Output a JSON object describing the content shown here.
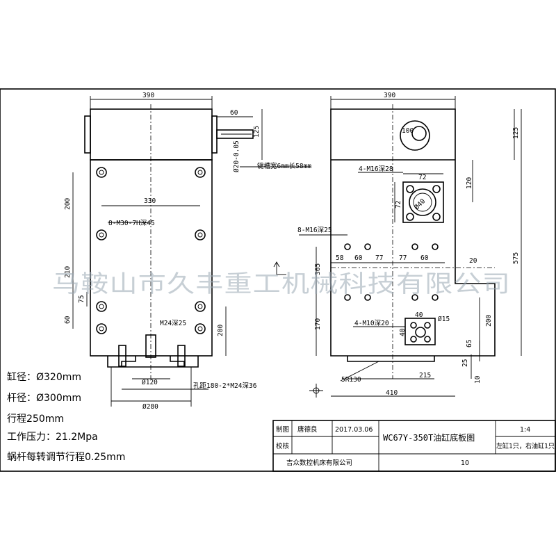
{
  "colors": {
    "line": "#000000",
    "watermark": "#9aa8b4",
    "background": "#ffffff"
  },
  "watermark": "马鞍山市久丰重工机械科技有限公司",
  "left_view": {
    "dim_width_top": "390",
    "dim_inner_330": "330",
    "dim_60_top": "60",
    "dim_125_right": "125",
    "dim_shaft": "Ø20-0.05",
    "keyway_note": "键槽宽6mm长58mm",
    "hole_note": "8-M30-7H深45",
    "dim_200_left": "200",
    "dim_210_left": "210",
    "dim_75_left": "75",
    "dim_60_left": "60",
    "dim_200_right": "200",
    "port_note": "M24深25",
    "dim_120_bottom": "Ø120",
    "dim_280_bottom": "Ø280",
    "pitch_note": "孔距180-2*M24深36"
  },
  "right_view": {
    "dim_width_top": "390",
    "dim_100": "100",
    "dim_125_right": "125",
    "hole_note_16": "4-M16深28",
    "dim_72_top": "72",
    "dim_72_left": "72",
    "dim_120_right": "120",
    "dim_dia_40": "Ø40",
    "hole_note_8": "8-M16深25",
    "spacing": [
      "58",
      "60",
      "77",
      "77",
      "60"
    ],
    "dim_20_mid": "20",
    "dim_575": "575",
    "dim_365": "365",
    "dim_170": "170",
    "hole_note_10": "4-M10深20",
    "dim_40_a": "40",
    "dim_40_b": "40",
    "dim_dia_15": "Ø15",
    "dim_200": "200",
    "dim_65": "65",
    "dim_25": "25",
    "dim_215": "215",
    "dim_10": "10",
    "dim_r130": "5R130",
    "dim_410": "410"
  },
  "specs": {
    "cylinder_bore": "缸径：Ø320mm",
    "rod_dia": "杆径：Ø300mm",
    "stroke": "行程250mm",
    "pressure": "工作压力：21.2Mpa",
    "screw": "蜗杆每转调节行程0.25mm"
  },
  "title_block": {
    "drawn_label": "制图",
    "drawn_by": "唐德良",
    "date": "2017.03.06",
    "check_label": "校核",
    "title": "WC67Y-350T油缸底板图",
    "scale": "1:4",
    "qty_note": "左缸1只，右油缸1只",
    "company": "吉众数控机床有限公司",
    "sheet": "10"
  }
}
